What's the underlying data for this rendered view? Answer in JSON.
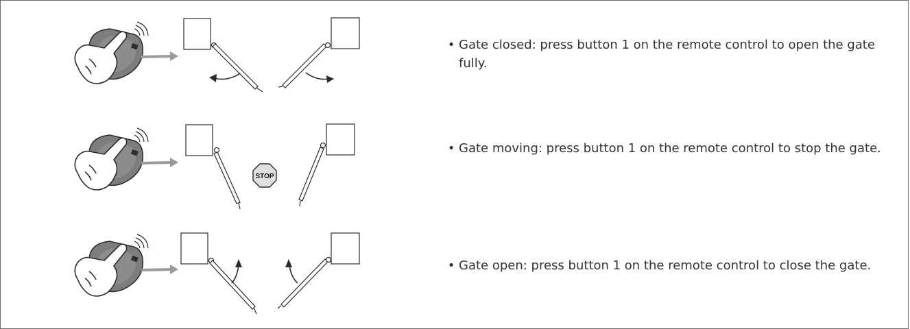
{
  "instructions": [
    {
      "illustration": "gate-opening",
      "bullet": "•",
      "text": "Gate closed: press button 1 on the remote control to open the gate fully."
    },
    {
      "illustration": "gate-stopped",
      "bullet": "•",
      "text": "Gate moving: press button 1 on the remote control to stop the gate.",
      "stop_sign": "STOP"
    },
    {
      "illustration": "gate-closing",
      "bullet": "•",
      "text": "Gate open: press button 1 on the remote control to close the gate."
    }
  ],
  "colors": {
    "line": "#2b2b2b",
    "remote_body": "#7d7d7d",
    "remote_dark": "#4a4a4a",
    "signal_arrow": "#9a9a9a",
    "stop_fill": "#e0e0e0"
  }
}
